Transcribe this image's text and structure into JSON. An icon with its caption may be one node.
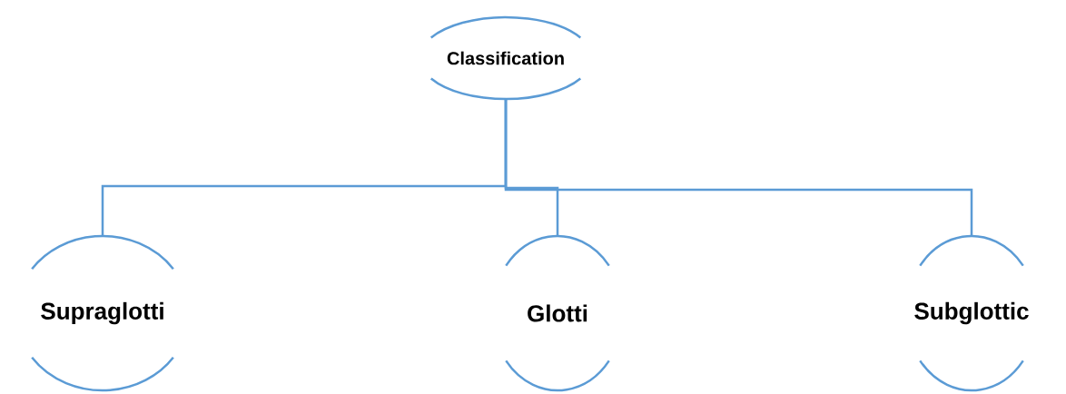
{
  "diagram": {
    "nodes": [
      {
        "text": [
          "Classification"
        ]
      },
      {
        "text": [
          "Supraglotti"
        ]
      },
      {
        "text": [
          "Glotti"
        ]
      },
      {
        "text": [
          "Subglottic"
        ]
      }
    ],
    "edges": [
      {
        "from": 0,
        "to": 1,
        "arrow": "none"
      },
      {
        "from": 0,
        "to": 2,
        "arrow": "none"
      },
      {
        "from": 0,
        "to": 3,
        "arrow": "none"
      }
    ]
  }
}
